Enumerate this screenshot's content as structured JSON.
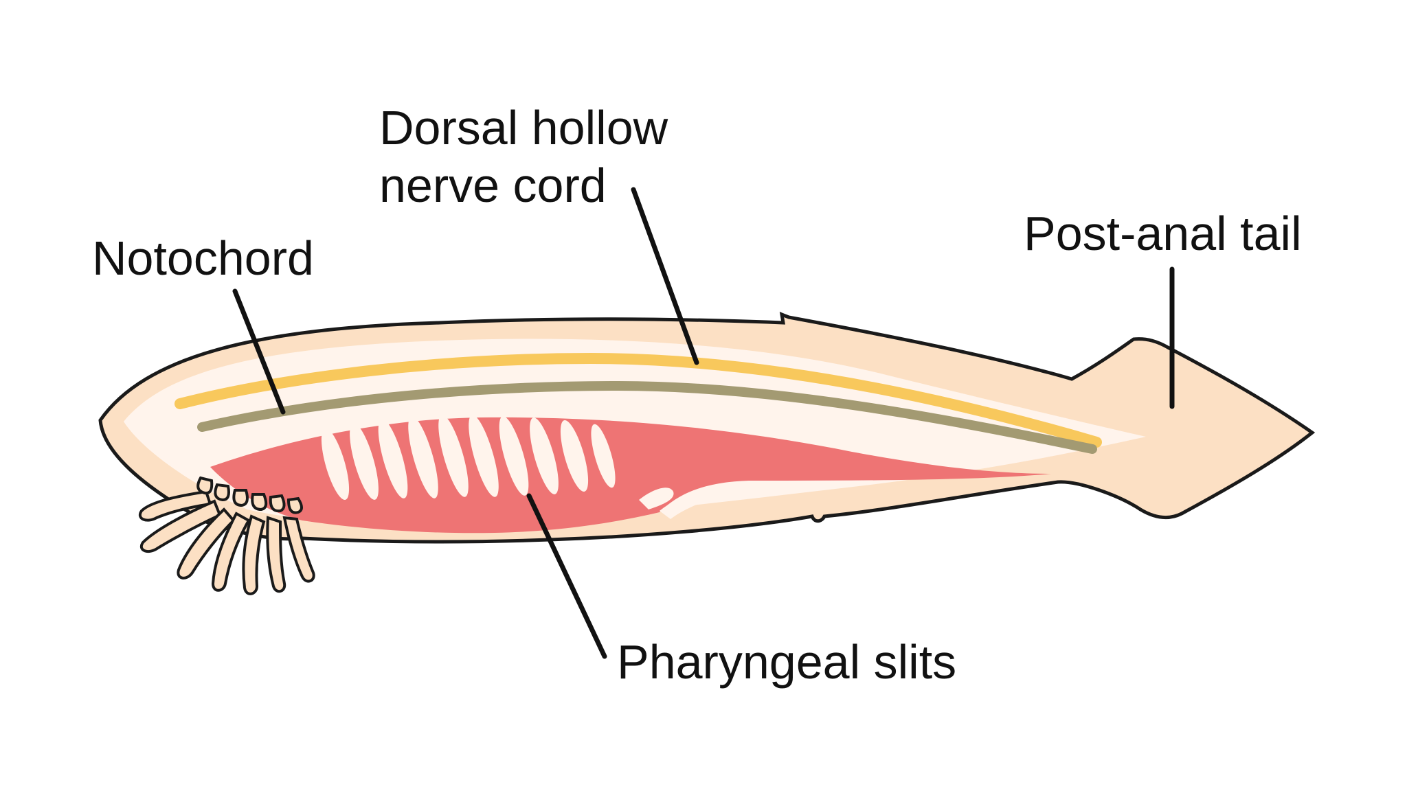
{
  "labels": {
    "notochord": "Notochord",
    "nerve_cord_line1": "Dorsal hollow",
    "nerve_cord_line2": "nerve cord",
    "tail": "Post-anal tail",
    "slits": "Pharyngeal slits"
  },
  "colors": {
    "body_fill": "#fce0c4",
    "body_outline": "#1a1a1a",
    "interior": "#fff4ec",
    "pharynx": "#ee7474",
    "nerve_cord": "#f8c85c",
    "notochord": "#a39a72",
    "leader": "#111111"
  }
}
